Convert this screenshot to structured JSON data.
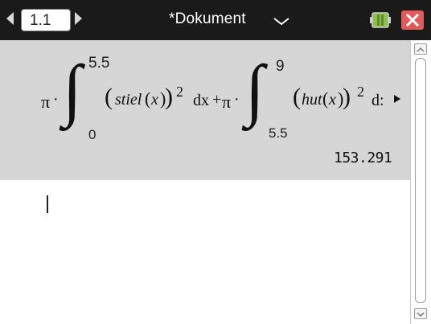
{
  "header": {
    "tab_label": "1.1",
    "document_title": "*Dokument"
  },
  "entry": {
    "pi": "π",
    "dot": "·",
    "integral_sign": "∫",
    "integral1": {
      "upper": "5.5",
      "lower": "0",
      "function": "stiel",
      "var": "x"
    },
    "integral2": {
      "upper": "9",
      "lower": "5.5",
      "function": "hut",
      "var": "x"
    },
    "exponent": "2",
    "differential": "dx",
    "plus": "+",
    "truncated_tail": "d:",
    "result": "153.291"
  },
  "colors": {
    "titlebar": "#1a1a1a",
    "entry_background": "#d6d6d6",
    "close_red": "#e05a5a"
  }
}
